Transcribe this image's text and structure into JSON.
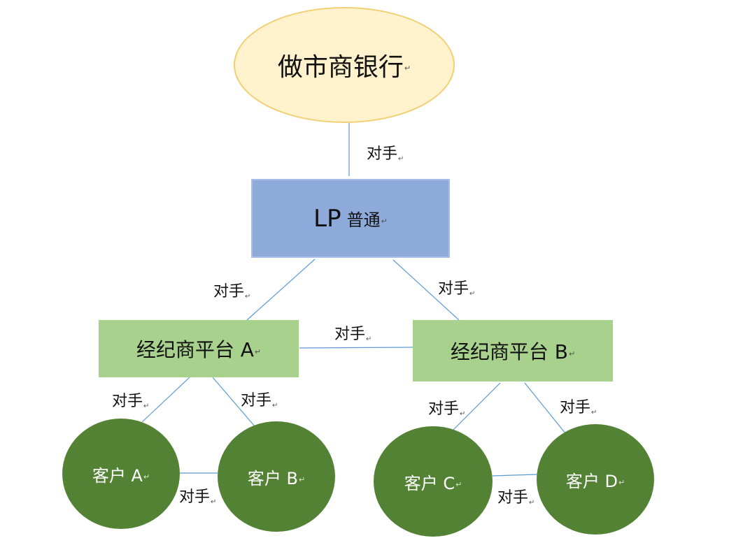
{
  "diagram": {
    "nodes": {
      "market_maker": {
        "label": "做市商银行"
      },
      "lp": {
        "label_main": "LP",
        "label_sub": "普通"
      },
      "platform_a": {
        "label": "经纪商平台 A"
      },
      "platform_b": {
        "label": "经纪商平台 B"
      },
      "client_a": {
        "label": "客户 A"
      },
      "client_b": {
        "label": "客户 B"
      },
      "client_c": {
        "label": "客户 C"
      },
      "client_d": {
        "label": "客户 D"
      }
    },
    "edge_label": "对手",
    "paragraph_mark": "↵",
    "colors": {
      "connector": "#5b9bd5",
      "client_connector": "#5b9bd5",
      "market_maker_fill": "#fff2cc",
      "lp_fill": "#8eaadb",
      "platform_fill": "#a9d18e",
      "client_fill": "#548235"
    }
  }
}
